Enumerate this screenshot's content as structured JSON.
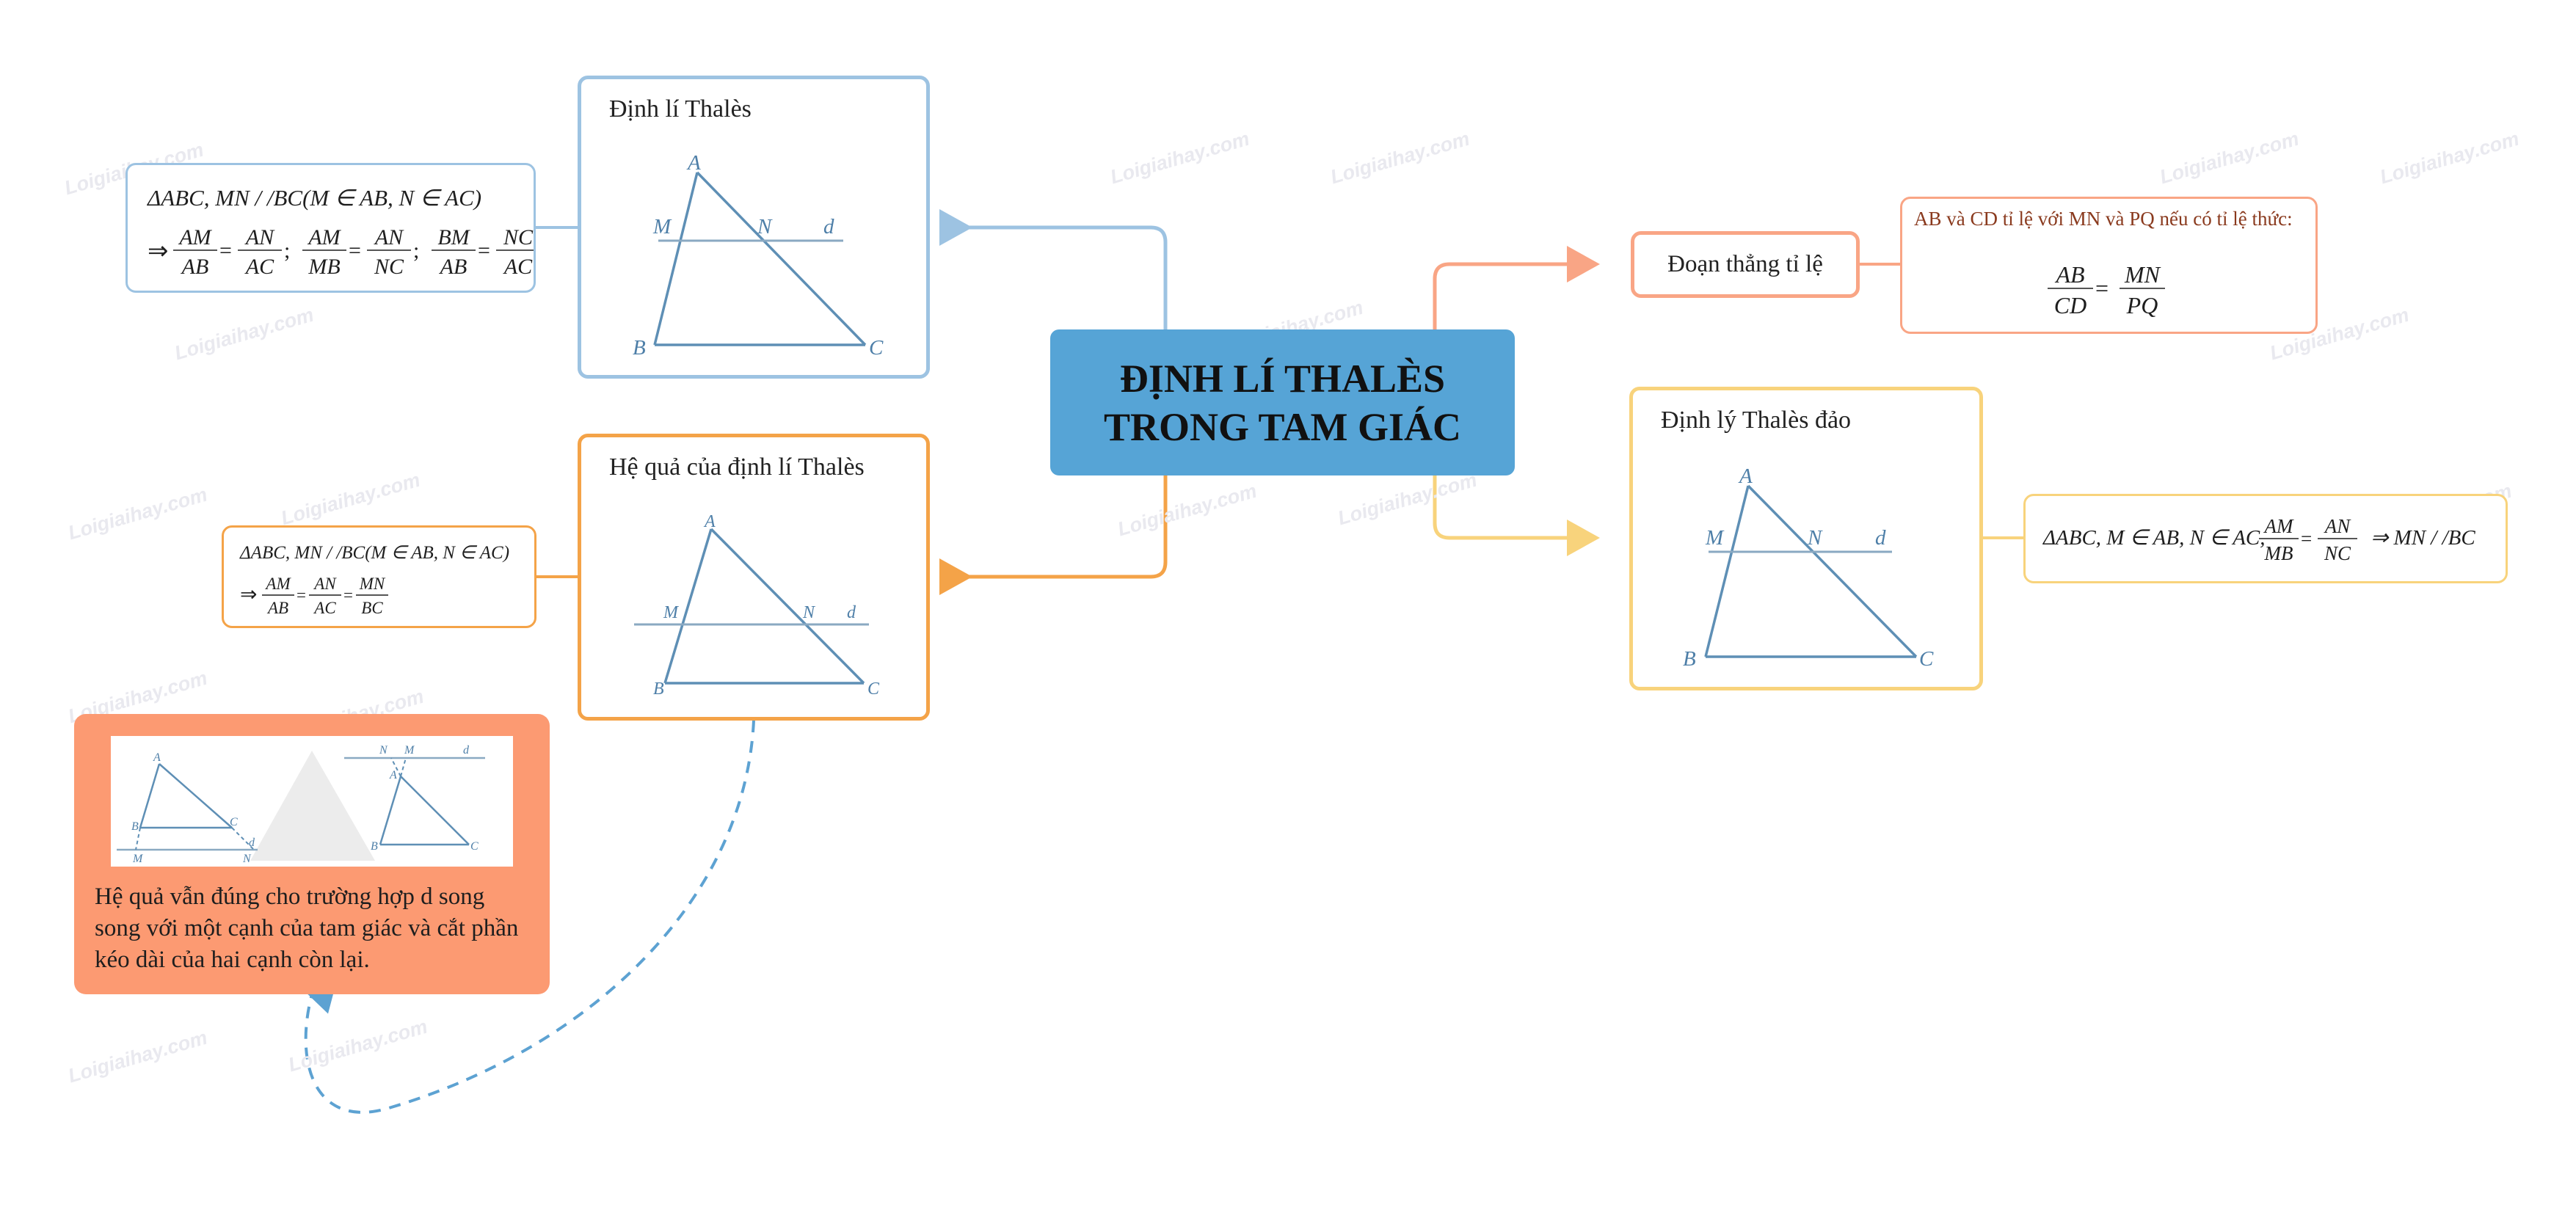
{
  "center": {
    "line1": "ĐỊNH LÍ THALÈS",
    "line2": "TRONG TAM GIÁC"
  },
  "colors": {
    "blue": "#9dc3e2",
    "orange": "#f4a348",
    "salmon": "#f9a585",
    "yellow": "#f8d37c",
    "center": "#56a4d6",
    "note": "#fc9a72"
  },
  "watermark": "Loigiaihay.com",
  "nodes": {
    "thales": {
      "title": "Định lí Thalès",
      "diagram": {
        "A": "A",
        "M": "M",
        "N": "N",
        "d": "d",
        "B": "B",
        "C": "C"
      },
      "formula": {
        "line1": "ΔABC, MN / /BC(M ∈ AB, N ∈ AC)",
        "arrow": "⇒",
        "fractions": [
          [
            "AM",
            "AB"
          ],
          [
            "AN",
            "AC"
          ],
          [
            "AM",
            "MB"
          ],
          [
            "AN",
            "NC"
          ],
          [
            "BM",
            "AB"
          ],
          [
            "NC",
            "AC"
          ]
        ]
      }
    },
    "corollary": {
      "title": "Hệ quả của định lí Thalès",
      "diagram": {
        "A": "A",
        "M": "M",
        "N": "N",
        "d": "d",
        "B": "B",
        "C": "C"
      },
      "formula": {
        "line1": "ΔABC, MN / /BC(M ∈ AB, N ∈ AC)",
        "arrow": "⇒",
        "fractions": [
          [
            "AM",
            "AB"
          ],
          [
            "AN",
            "AC"
          ],
          [
            "MN",
            "BC"
          ]
        ]
      }
    },
    "note": {
      "text": "Hệ quả vẫn đúng cho trường hợp d song song với một cạnh của tam giác và cắt phần kéo dài của hai cạnh còn lại.",
      "diagram_left": {
        "A": "A",
        "B": "B",
        "C": "C",
        "d": "d",
        "M": "M",
        "N": "N"
      },
      "diagram_right": {
        "N": "N",
        "M": "M",
        "d": "d",
        "A": "A",
        "B": "B",
        "C": "C"
      }
    },
    "ratio": {
      "title": "Đoạn thẳng tỉ lệ",
      "caption": "AB và CD tỉ lệ với MN và PQ nếu có tỉ lệ thức:",
      "fractions": [
        [
          "AB",
          "CD"
        ],
        [
          "MN",
          "PQ"
        ]
      ]
    },
    "converse": {
      "title": "Định lý Thalès đảo",
      "diagram": {
        "A": "A",
        "M": "M",
        "N": "N",
        "d": "d",
        "B": "B",
        "C": "C"
      },
      "formula": {
        "prefix": "ΔABC, M ∈ AB, N ∈ AC,",
        "fractions": [
          [
            "AM",
            "MB"
          ],
          [
            "AN",
            "NC"
          ]
        ],
        "suffix": "⇒ MN / /BC"
      }
    }
  }
}
